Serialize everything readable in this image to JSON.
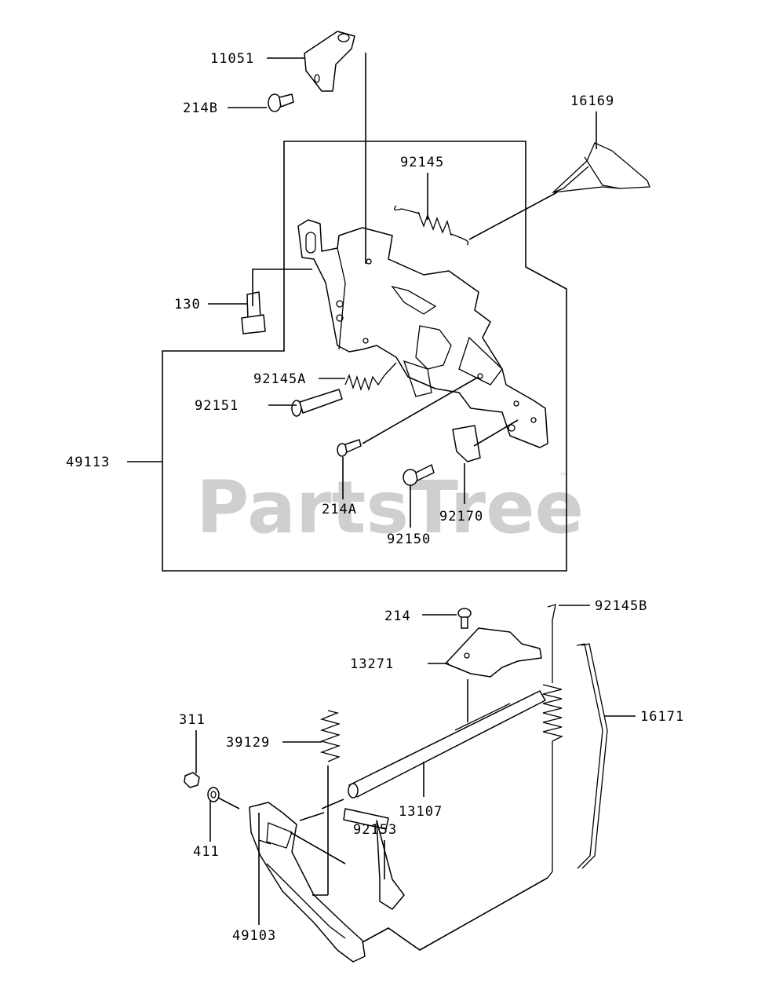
{
  "watermark": {
    "text": "PartsTree",
    "trademark": "™"
  },
  "callouts": [
    {
      "id": "11051"
    },
    {
      "id": "214B"
    },
    {
      "id": "16169"
    },
    {
      "id": "92145"
    },
    {
      "id": "130"
    },
    {
      "id": "92145A"
    },
    {
      "id": "92151"
    },
    {
      "id": "49113"
    },
    {
      "id": "214A"
    },
    {
      "id": "92170"
    },
    {
      "id": "92150"
    },
    {
      "id": "214"
    },
    {
      "id": "92145B"
    },
    {
      "id": "13271"
    },
    {
      "id": "311"
    },
    {
      "id": "39129"
    },
    {
      "id": "16171"
    },
    {
      "id": "13107"
    },
    {
      "id": "92153"
    },
    {
      "id": "411"
    },
    {
      "id": "49103"
    }
  ]
}
